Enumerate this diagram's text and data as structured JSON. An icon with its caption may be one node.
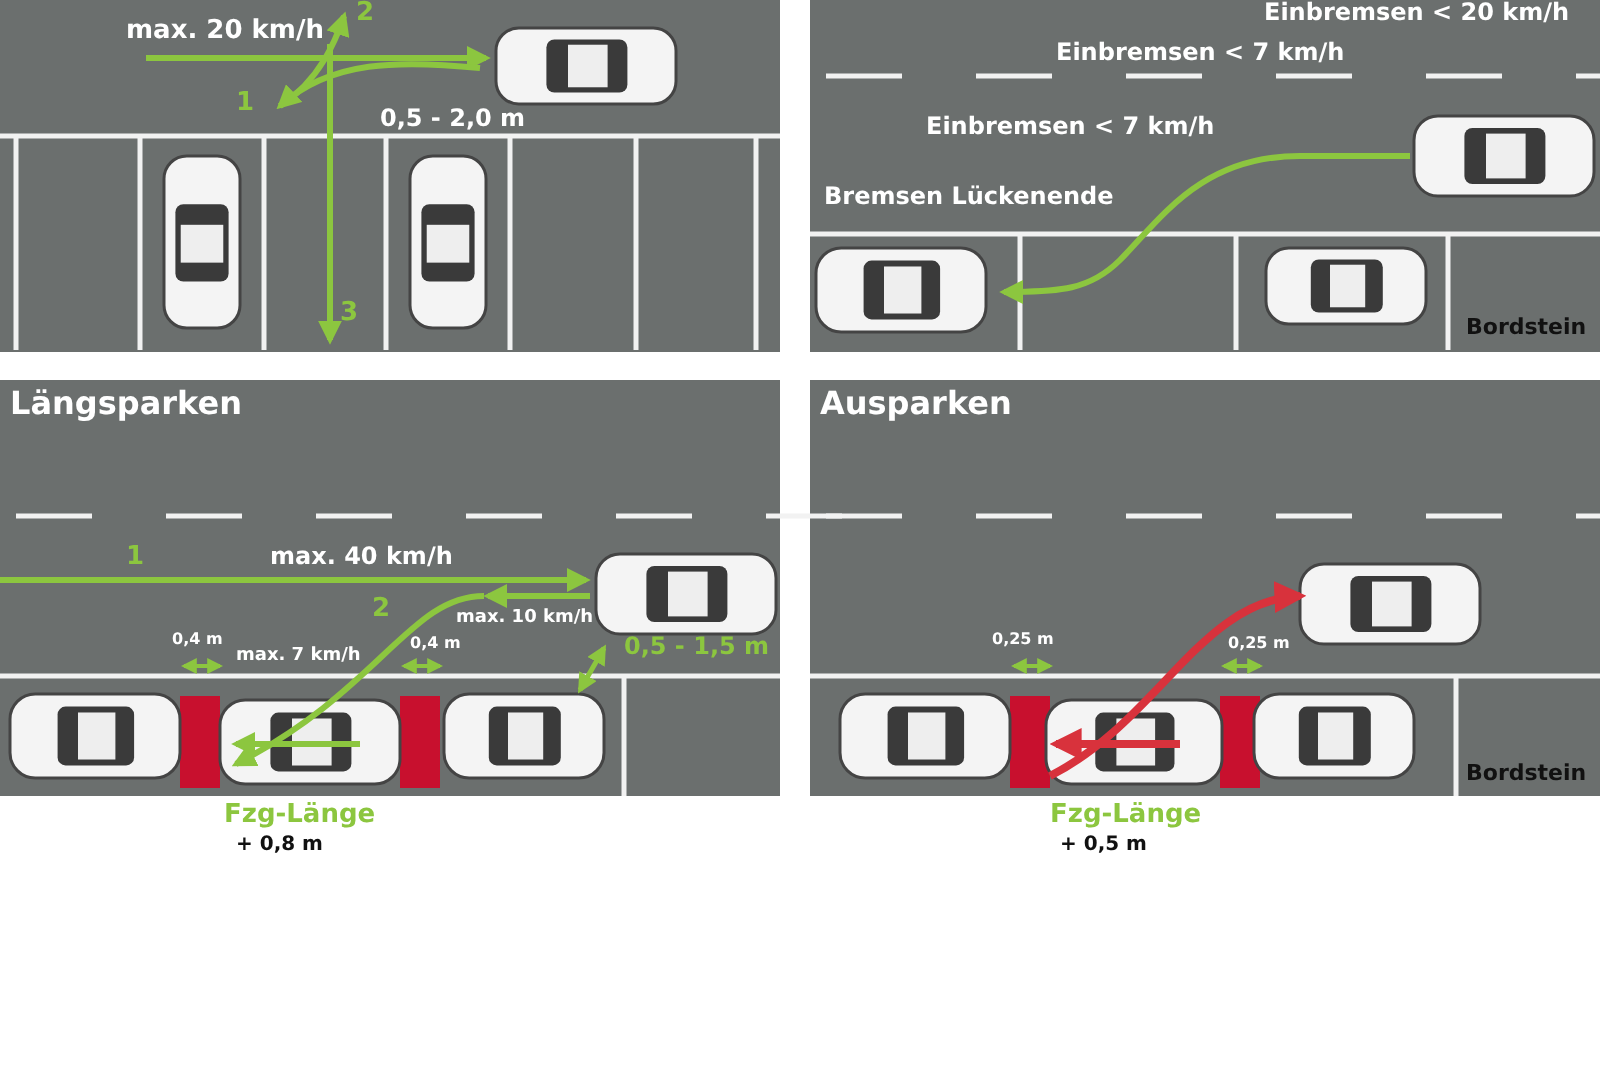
{
  "diagram": {
    "labels": [
      "max. 20 km/h",
      "2",
      "1",
      "0,5 - 2,0 m",
      "3",
      "Einbremsen < 20 km/h",
      "Einbremsen < 7 km/h",
      "Einbremsen < 7 km/h",
      "Bremsen Lückenende",
      "Bordstein",
      "Längsparken",
      "1",
      "max. 40 km/h",
      "2",
      "max. 10 km/h",
      "0,4 m",
      "max. 7 km/h",
      "0,4 m",
      "0,5 - 1,5 m",
      "Fzg-Länge",
      "+ 0,8 m",
      "Ausparken",
      "0,25 m",
      "0,25 m",
      "Bordstein",
      "Fzg-Länge",
      "+ 0,5 m"
    ]
  }
}
